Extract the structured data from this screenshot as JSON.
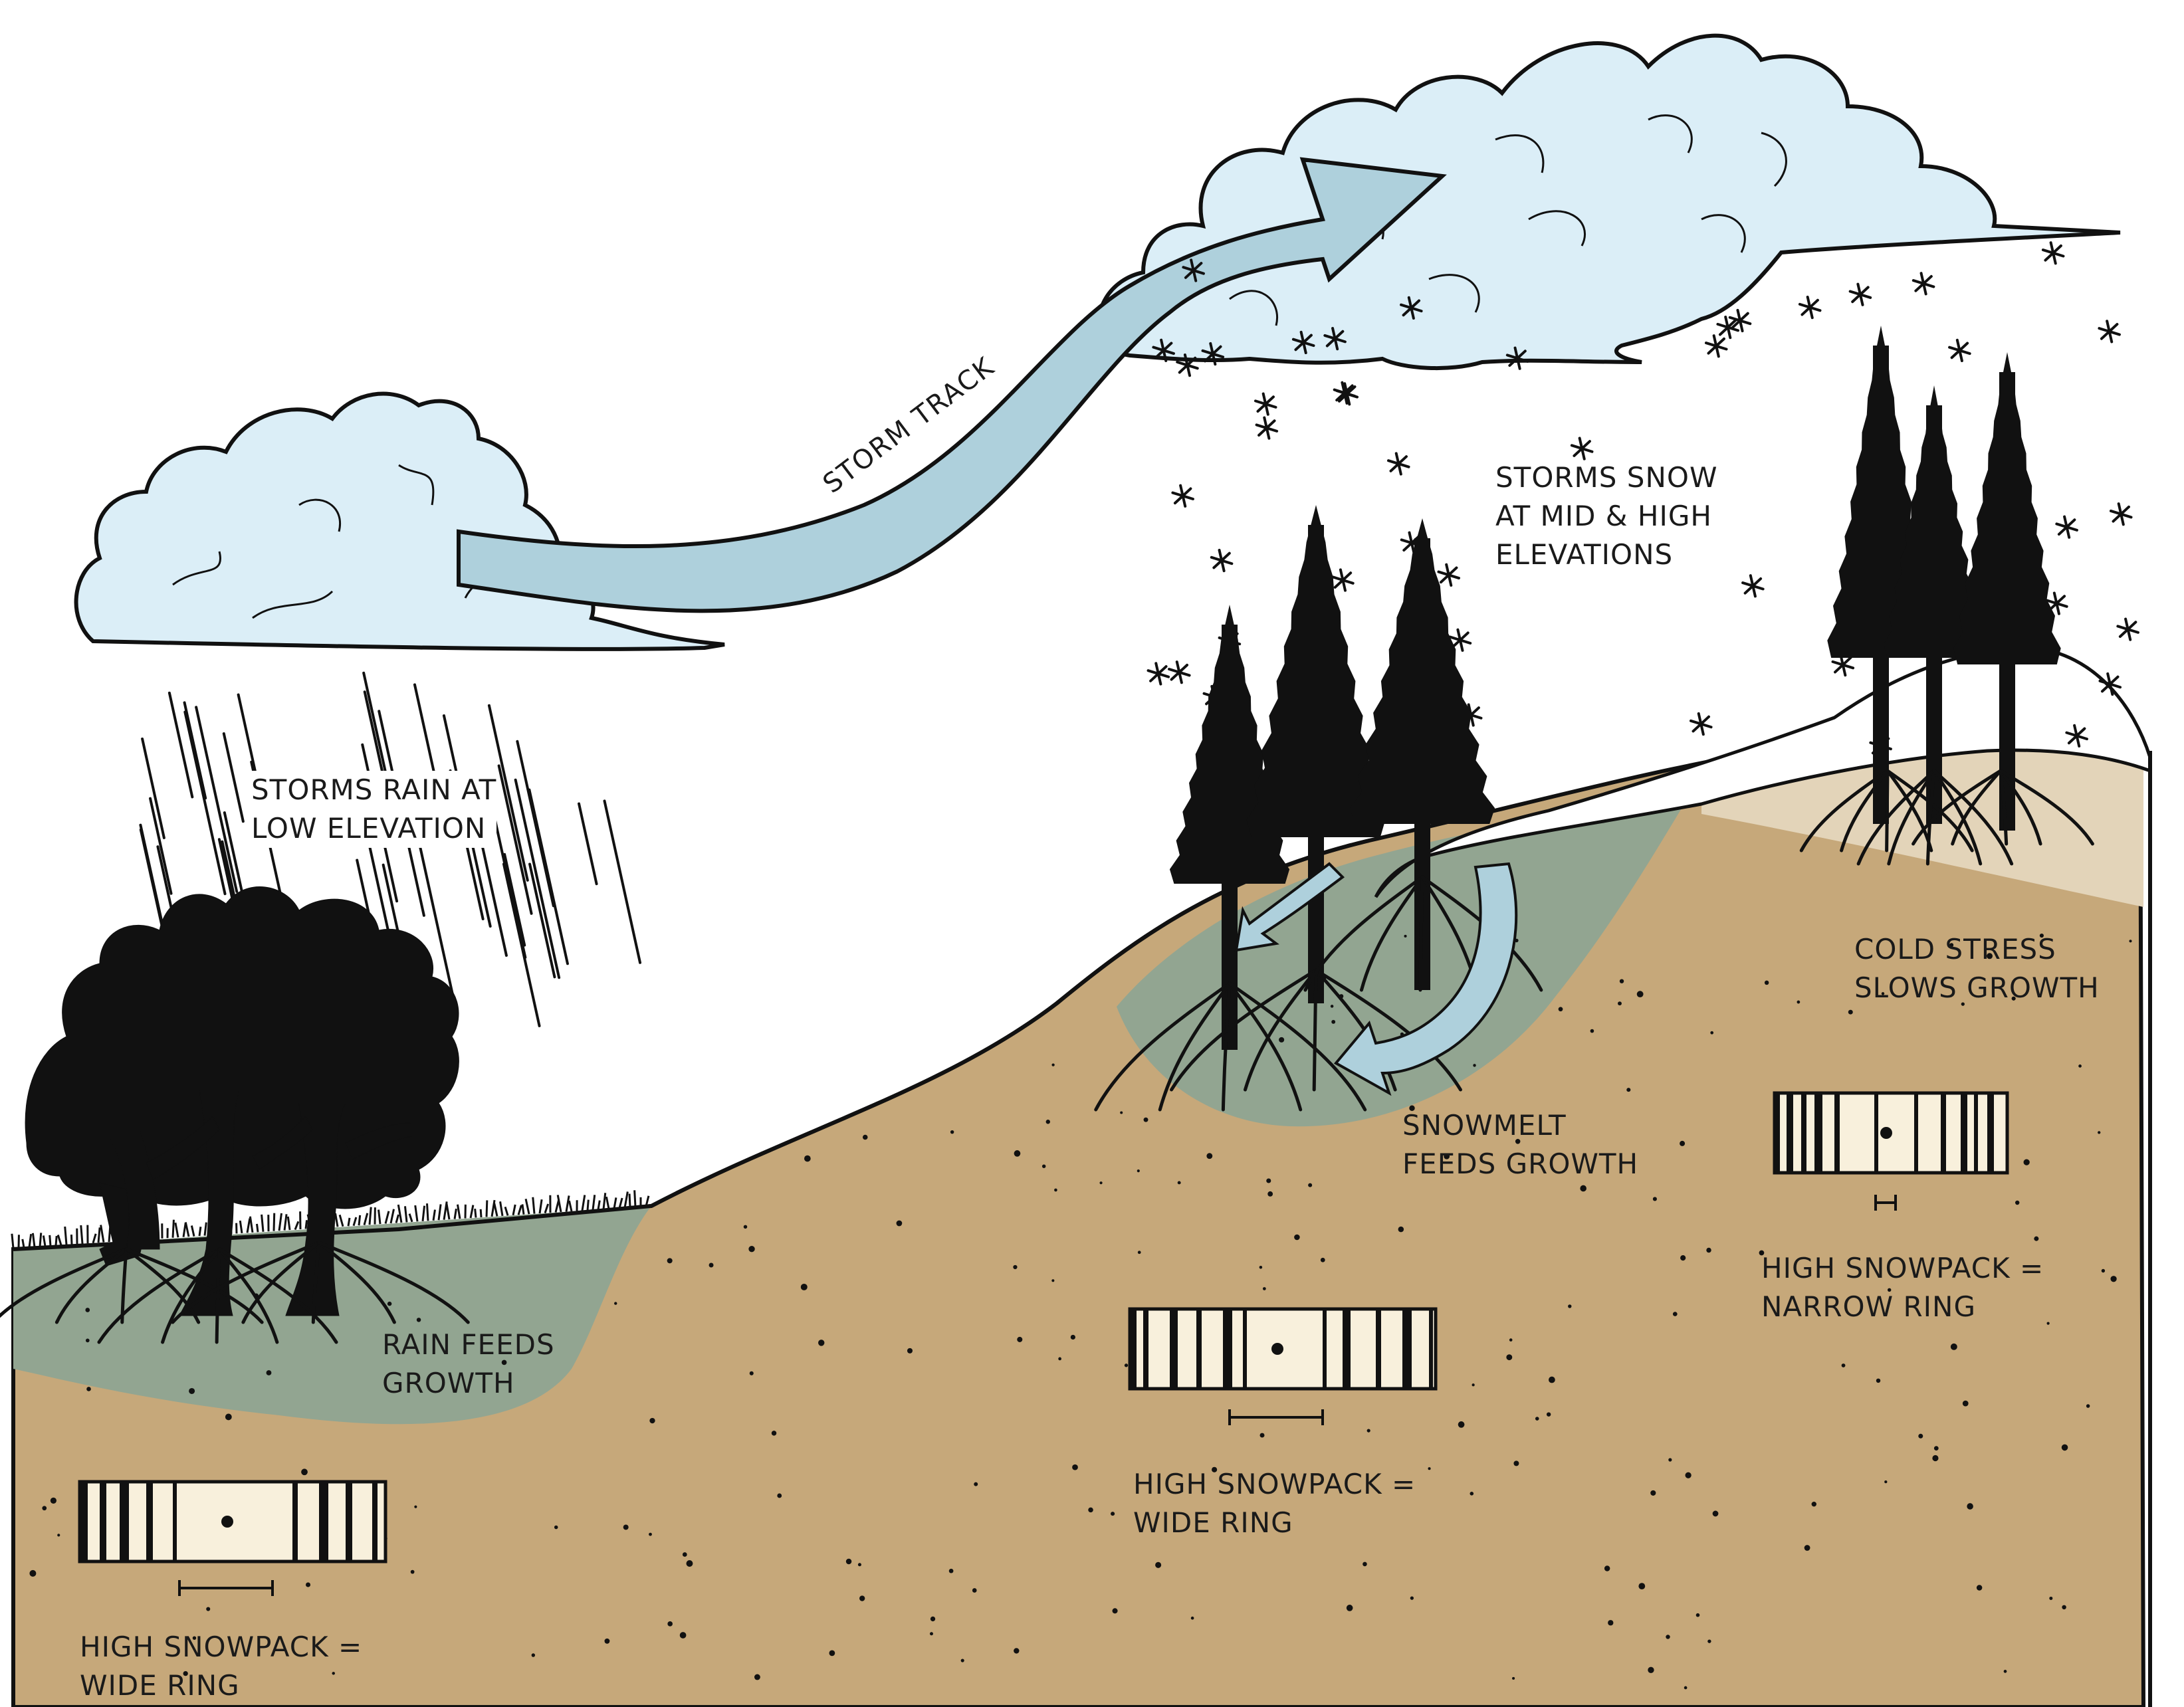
{
  "labels": {
    "storm_track": "STORM TRACK",
    "storms_snow": [
      "STORMS SNOW",
      "AT MID & HIGH",
      "ELEVATIONS"
    ],
    "storms_rain": [
      "STORMS RAIN AT",
      "LOW ELEVATION"
    ],
    "cold_stress": [
      "COLD STRESS",
      "SLOWS GROWTH"
    ],
    "snowmelt": [
      "SNOWMELT",
      "FEEDS GROWTH"
    ],
    "rain_feeds": [
      "RAIN FEEDS",
      "GROWTH"
    ],
    "low_ring": [
      "HIGH SNOWPACK =",
      "WIDE RING"
    ],
    "mid_ring": [
      "HIGH SNOWPACK =",
      "WIDE RING"
    ],
    "high_ring": [
      "HIGH SNOWPACK =",
      "NARROW RING"
    ]
  },
  "colors": {
    "cloud": "#dbeef7",
    "storm_arrow": "#aed0dc",
    "soil": "#c6a87a",
    "wet_soil": "#92a591",
    "cold_soil": "#e3d4b9",
    "snow": "#ffffff",
    "ink": "#111111",
    "ring_core": "#f8f0dc"
  },
  "icons": {
    "storm_arrow": "curved-arrow-icon",
    "snowflake": "asterisk-snowflake-icon",
    "meltwater": "curved-arrow-icon"
  }
}
